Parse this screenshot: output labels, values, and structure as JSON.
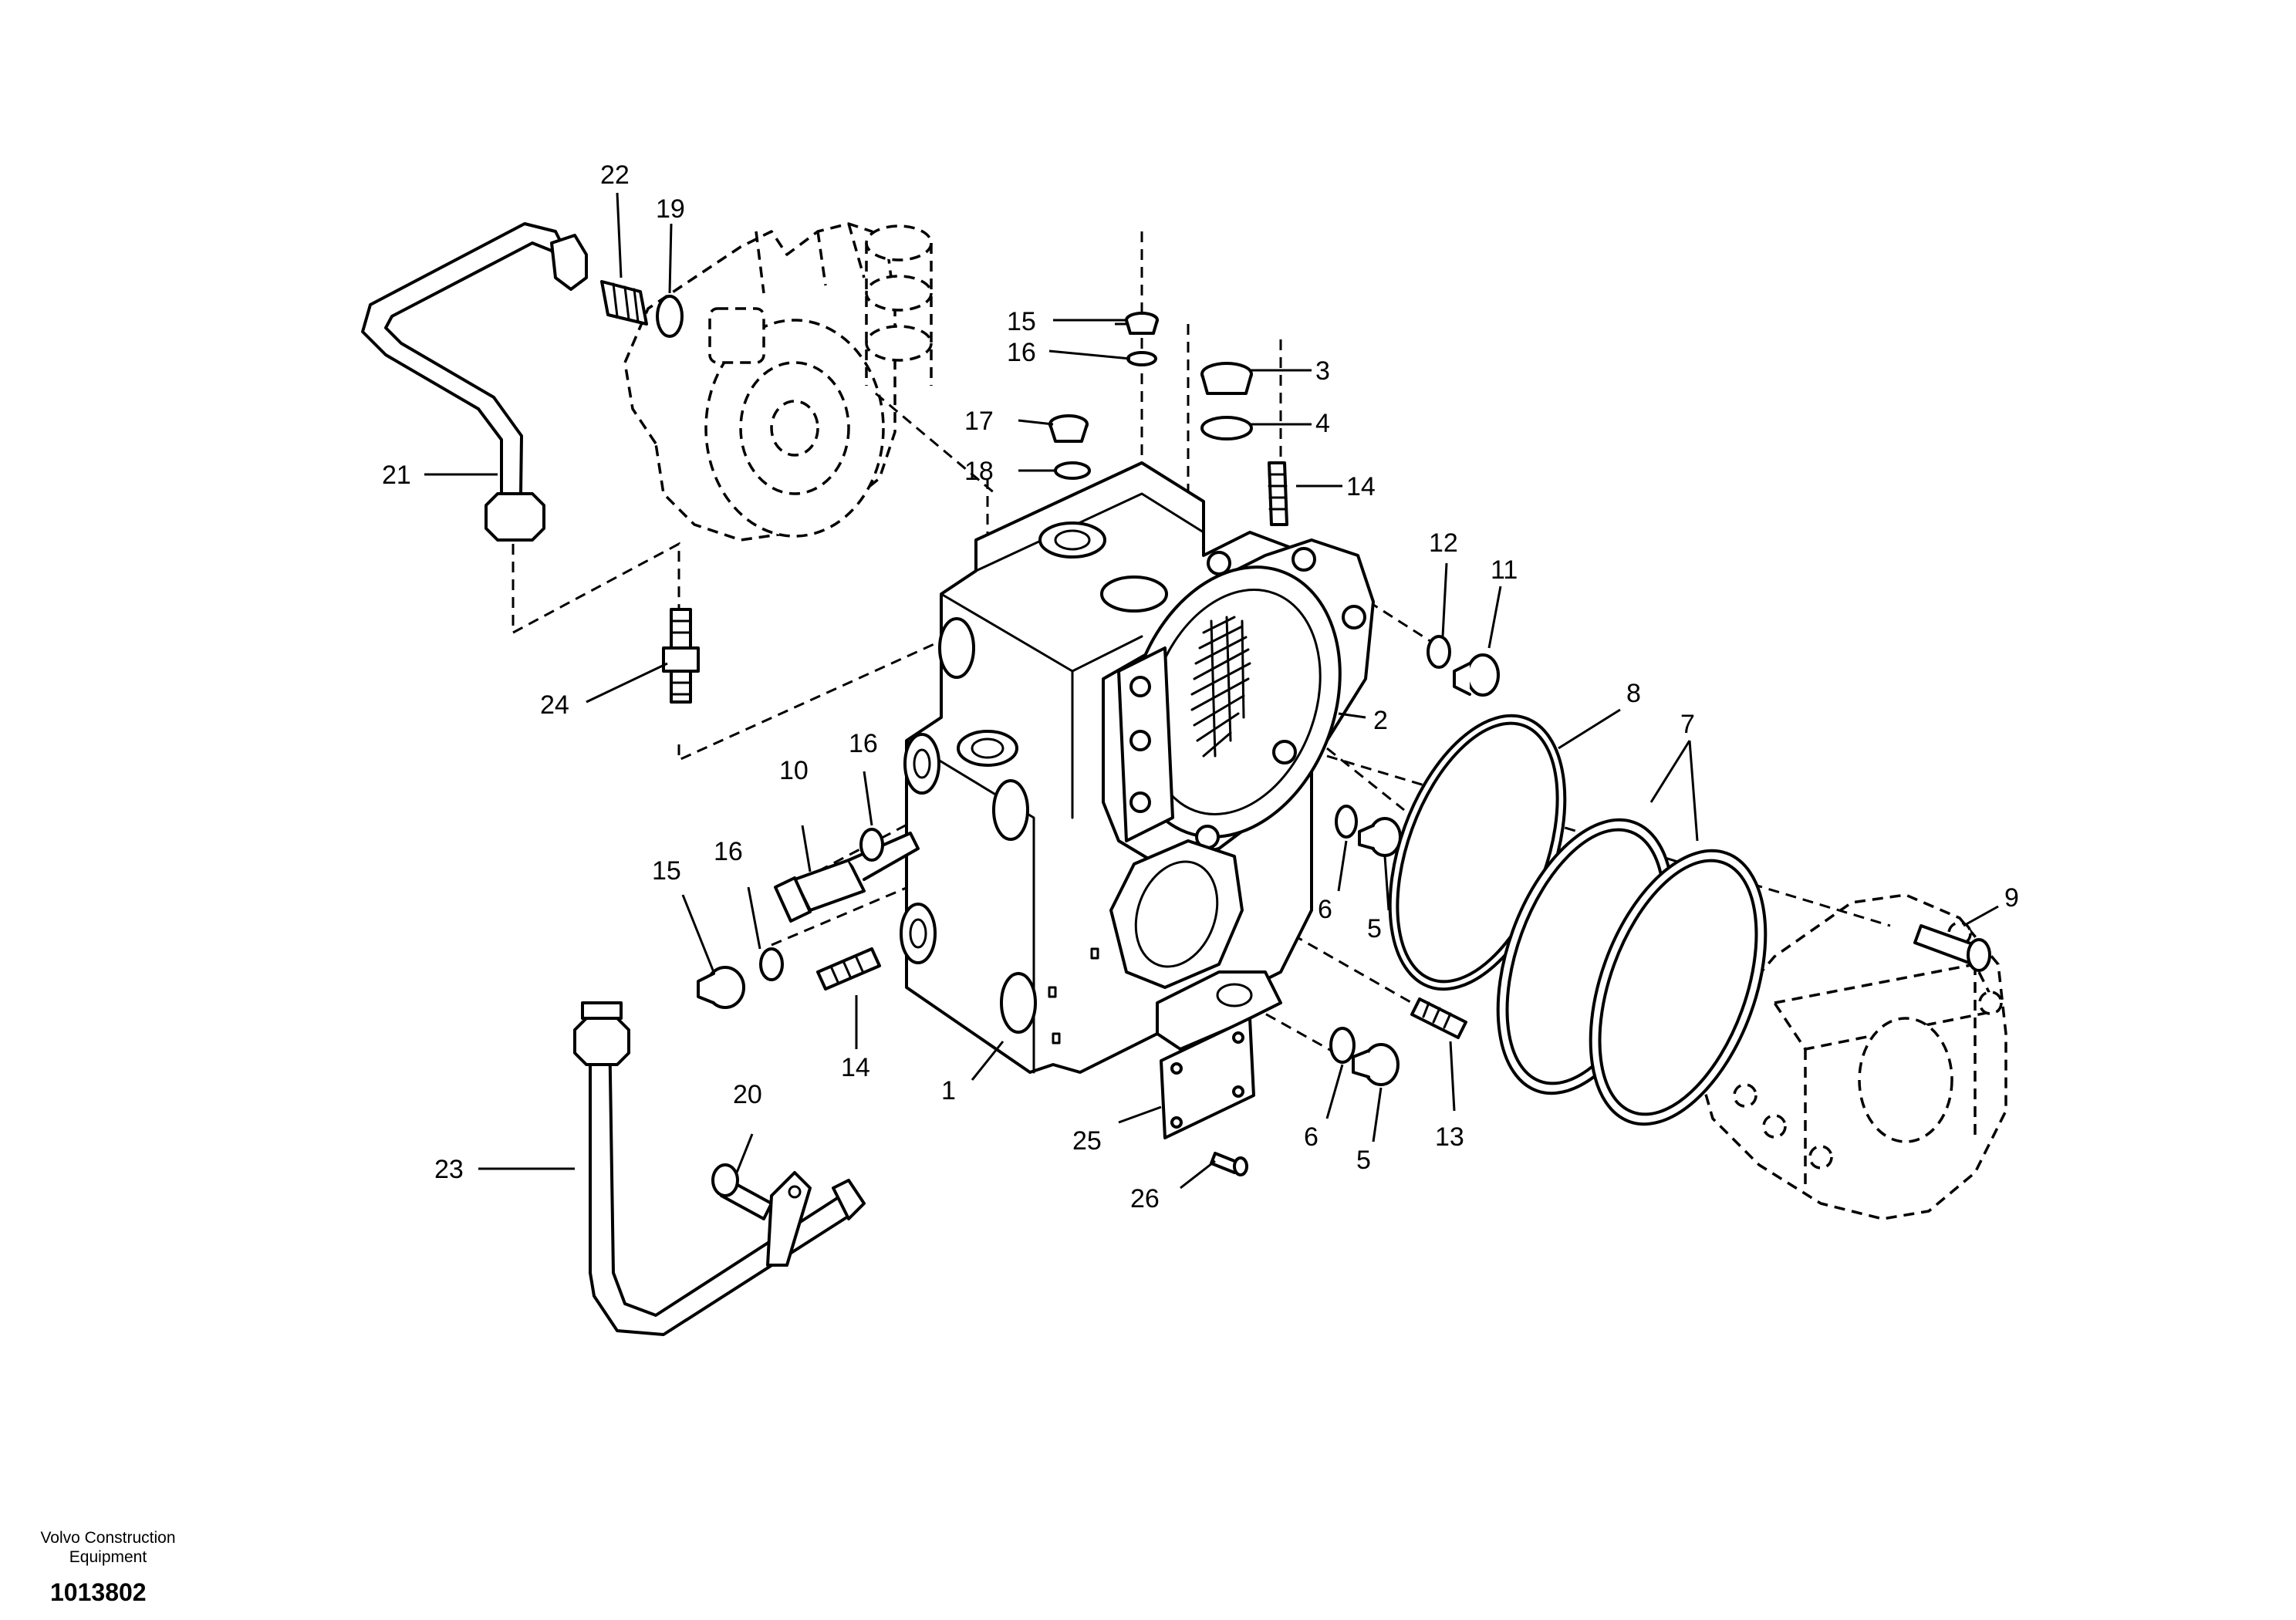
{
  "publisher": {
    "line1": "Volvo Construction",
    "line2": "Equipment"
  },
  "illustration_number": "1013802",
  "callouts": {
    "c1": "1",
    "c2": "2",
    "c3": "3",
    "c4": "4",
    "c5a": "5",
    "c5b": "5",
    "c6a": "6",
    "c6b": "6",
    "c7": "7",
    "c8": "8",
    "c9": "9",
    "c10": "10",
    "c11": "11",
    "c12": "12",
    "c13": "13",
    "c14a": "14",
    "c14b": "14",
    "c15a": "15",
    "c15b": "15",
    "c16a": "16",
    "c16b": "16",
    "c16c": "16",
    "c17": "17",
    "c18": "18",
    "c19": "19",
    "c20": "20",
    "c21": "21",
    "c22": "22",
    "c23": "23",
    "c24": "24",
    "c25": "25",
    "c26": "26"
  }
}
